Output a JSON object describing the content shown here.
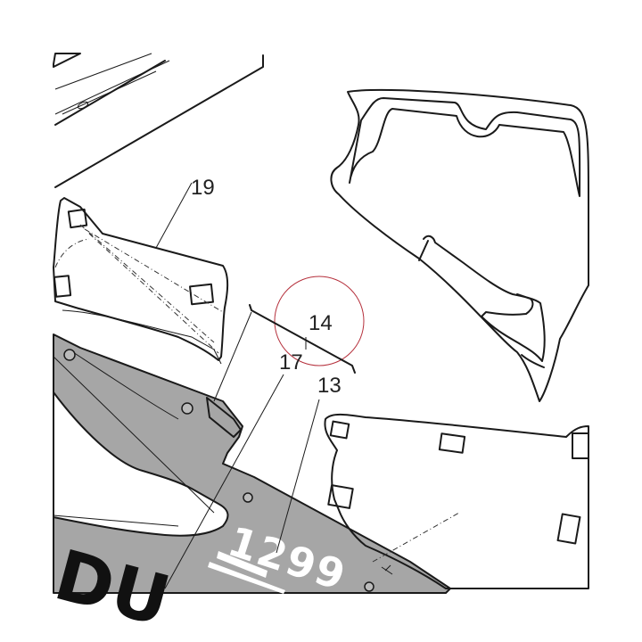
{
  "callouts": {
    "c19": "19",
    "c14": "14",
    "c17": "17",
    "c13": "13"
  },
  "decals": {
    "model": "1299",
    "brand": "DU"
  },
  "colors": {
    "fairing_gray": "#a6a6a6",
    "line": "#1a1a1a",
    "highlight_circle": "#b5303c"
  }
}
